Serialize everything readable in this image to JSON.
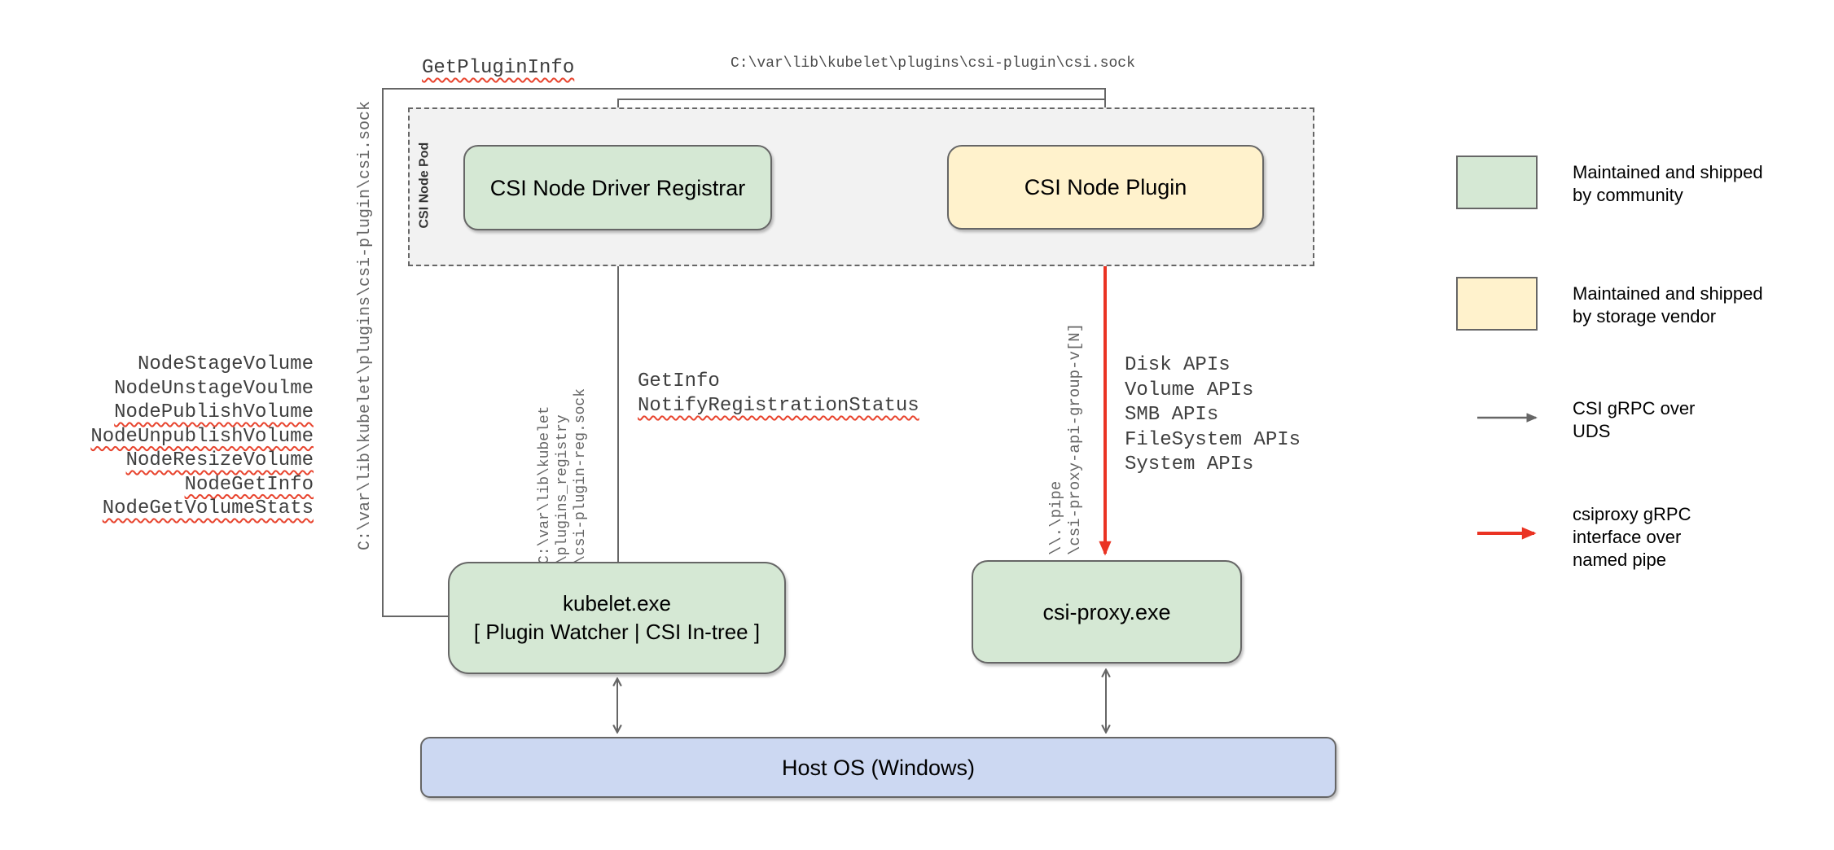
{
  "colors": {
    "community": "#d5e8d4",
    "vendor": "#fff2cc",
    "host": "#ccd8f2",
    "podbg": "#f2f2f2",
    "connector": "#666666",
    "red": "#ea3323",
    "squig": "#e8442e"
  },
  "diagram": {
    "pod": {
      "label": "CSI Node Pod"
    },
    "nodes": {
      "registrar": {
        "label": "CSI Node Driver Registrar"
      },
      "plugin": {
        "label": "CSI Node Plugin"
      },
      "kubelet": {
        "line1": "kubelet.exe",
        "line2": "[ Plugin Watcher | CSI In-tree ]"
      },
      "csi_proxy": {
        "label": "csi-proxy.exe"
      },
      "host_os": {
        "label": "Host OS (Windows)"
      }
    },
    "annotations": {
      "get_plugin_info": "GetPluginInfo",
      "csi_sock_top": "C:\\var\\lib\\kubelet\\plugins\\csi-plugin\\csi.sock",
      "csi_sock_left": "C:\\var\\lib\\kubelet\\plugins\\csi-plugin\\csi.sock",
      "node_calls": [
        {
          "label": "NodeStageVolume",
          "spellcheck_underline": false
        },
        {
          "label": "NodeUnstageVoulme",
          "spellcheck_underline": false
        },
        {
          "label": "NodePublishVolume",
          "spellcheck_underline": true
        },
        {
          "label": "NodeUnpublishVolume",
          "spellcheck_underline": true
        },
        {
          "label": "NodeResizeVolume",
          "spellcheck_underline": true
        },
        {
          "label": "NodeGetInfo",
          "spellcheck_underline": true
        },
        {
          "label": "NodeGetVolumeStats",
          "spellcheck_underline": true
        }
      ],
      "registry_path_lines": [
        "C:\\var\\lib\\kubelet",
        "\\plugins_registry",
        "\\csi-plugin-reg.sock"
      ],
      "get_info": "GetInfo",
      "notify_registration_status": "NotifyRegistrationStatus",
      "pipe_path_lines": [
        "\\\\.\\pipe",
        "\\csi-proxy-api-group-v[N]"
      ],
      "proxy_apis": [
        "Disk APIs",
        "Volume APIs",
        "SMB APIs",
        "FileSystem APIs",
        "System APIs"
      ]
    },
    "legend": {
      "items": [
        {
          "type": "swatch",
          "color": "#d5e8d4",
          "label": "Maintained and shipped\nby community"
        },
        {
          "type": "swatch",
          "color": "#fff2cc",
          "label": "Maintained and shipped\nby storage vendor"
        },
        {
          "type": "arrow",
          "color": "#666666",
          "label": "CSI gRPC over\nUDS"
        },
        {
          "type": "arrow",
          "color": "#ea3323",
          "label": "csiproxy gRPC\ninterface over\nnamed pipe"
        }
      ]
    }
  }
}
